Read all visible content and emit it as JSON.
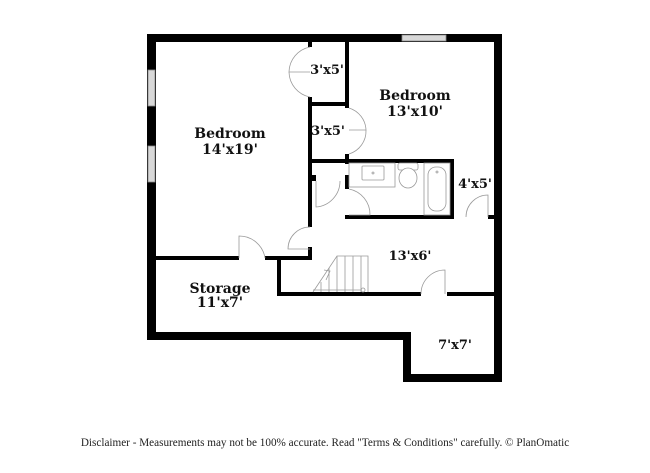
{
  "floorplan": {
    "rooms": [
      {
        "id": "bedroom-1",
        "name": "Bedroom",
        "dims": "14'x19'"
      },
      {
        "id": "bedroom-2",
        "name": "Bedroom",
        "dims": "13'x10'"
      },
      {
        "id": "closet-1",
        "name": "",
        "dims": "3'x5'"
      },
      {
        "id": "closet-2",
        "name": "",
        "dims": "3'x5'"
      },
      {
        "id": "closet-3",
        "name": "",
        "dims": "4'x5'"
      },
      {
        "id": "hall",
        "name": "",
        "dims": "13'x6'"
      },
      {
        "id": "storage",
        "name": "Storage",
        "dims": "11'x7'"
      },
      {
        "id": "room-7x7",
        "name": "",
        "dims": "7'x7'"
      }
    ],
    "fixtures": [
      "sink-icon",
      "toilet-icon",
      "bathtub-icon",
      "stairs-icon"
    ],
    "colors": {
      "wall": "#000000",
      "fixture_line": "#9a9a9a",
      "window_fill": "#d8d8d8",
      "background": "#ffffff"
    }
  },
  "footer": {
    "disclaimer": "Disclaimer - Measurements may not be 100% accurate. Read \"Terms & Conditions\" carefully. © PlanOmatic"
  }
}
